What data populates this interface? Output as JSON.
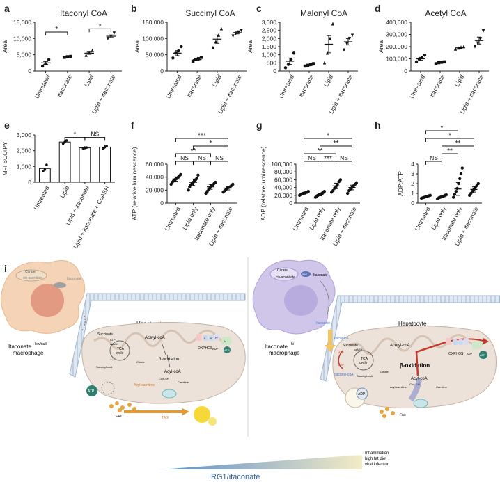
{
  "panels": {
    "a": {
      "letter": "a",
      "title": "Itaconyl CoA",
      "ylabel": "Area",
      "yticks": [
        "0",
        "5,000",
        "10,000",
        "15,000"
      ],
      "categories": [
        "Untreated",
        "Itaconate",
        "Lipid",
        "Lipid + itaconate"
      ],
      "sig": [
        "*",
        "*"
      ]
    },
    "b": {
      "letter": "b",
      "title": "Succinyl CoA",
      "ylabel": "Area",
      "yticks": [
        "0",
        "50,000",
        "100,000",
        "150,000"
      ],
      "categories": [
        "Untreated",
        "Itaconate",
        "Lipid",
        "Lipid + itaconate"
      ]
    },
    "c": {
      "letter": "c",
      "title": "Malonyl CoA",
      "ylabel": "Area",
      "yticks": [
        "0",
        "500",
        "1,000",
        "1,500",
        "2,000",
        "2,500",
        "3,000"
      ],
      "categories": [
        "Untreated",
        "Itaconate",
        "Lipid",
        "Lipid + itaconate"
      ]
    },
    "d": {
      "letter": "d",
      "title": "Acetyl CoA",
      "ylabel": "Area",
      "yticks": [
        "0",
        "100,000",
        "200,000",
        "300,000",
        "400,000"
      ],
      "categories": [
        "Untreated",
        "Itaconate",
        "Lipid",
        "Lipid + itaconate"
      ]
    },
    "e": {
      "letter": "e",
      "ylabel": "MFI BODIPY",
      "yticks": [
        "0",
        "1,000",
        "2,000",
        "3,000"
      ],
      "categories": [
        "Untreated",
        "Lipid",
        "Lipid + itaconate",
        "Lipid + itaconate + CoASH"
      ],
      "sig": [
        "*",
        "NS"
      ]
    },
    "f": {
      "letter": "f",
      "ylabel": "ATP (relative luminescence)",
      "yticks": [
        "0",
        "20,000",
        "40,000",
        "60,000"
      ],
      "categories": [
        "Untreated",
        "Lipid only",
        "Itaconate only",
        "Lipid + itaconate"
      ],
      "sig": [
        "NS",
        "NS",
        "NS",
        "**",
        "*",
        "***"
      ]
    },
    "g": {
      "letter": "g",
      "ylabel": "ADP (relative luminescence)",
      "yticks": [
        "0",
        "20,000",
        "40,000",
        "60,000",
        "80,000",
        "100,000"
      ],
      "categories": [
        "Untreated",
        "Lipid only",
        "Itaconate only",
        "Lipid + itaconate"
      ],
      "sig": [
        "NS",
        "***",
        "NS",
        "**",
        "**",
        "*"
      ]
    },
    "h": {
      "letter": "h",
      "ylabel": "ADP:ATP",
      "yticks": [
        "0",
        "1",
        "2",
        "3",
        "4"
      ],
      "categories": [
        "Untreated",
        "Lipid only",
        "Itaconate only",
        "Lipid + itaconate"
      ],
      "sig": [
        "NS",
        "**",
        "**",
        "*",
        "*"
      ]
    }
  },
  "chart_data": [
    {
      "panel": "a",
      "type": "scatter",
      "title": "Itaconyl CoA",
      "ylabel": "Area",
      "ylim": [
        0,
        15000
      ],
      "categories": [
        "Untreated",
        "Itaconate",
        "Lipid",
        "Lipid + itaconate"
      ],
      "means": [
        2500,
        4400,
        5500,
        10700
      ],
      "points": [
        [
          1500,
          2200,
          3500
        ],
        [
          4200,
          4400,
          4500
        ],
        [
          4800,
          5500,
          6300
        ],
        [
          10000,
          10700,
          11700
        ]
      ]
    },
    {
      "panel": "b",
      "type": "scatter",
      "title": "Succinyl CoA",
      "ylabel": "Area",
      "ylim": [
        0,
        150000
      ],
      "categories": [
        "Untreated",
        "Itaconate",
        "Lipid",
        "Lipid + itaconate"
      ],
      "means": [
        55000,
        35000,
        98000,
        118000
      ],
      "points": [
        [
          40000,
          55000,
          62000,
          75000
        ],
        [
          30000,
          35000,
          38000,
          42000
        ],
        [
          72000,
          90000,
          110000,
          130000
        ],
        [
          108000,
          115000,
          120000,
          125000
        ]
      ]
    },
    {
      "panel": "c",
      "type": "scatter",
      "title": "Malonyl CoA",
      "ylabel": "Area",
      "ylim": [
        0,
        3000
      ],
      "categories": [
        "Untreated",
        "Itaconate",
        "Lipid",
        "Lipid + itaconate"
      ],
      "means": [
        600,
        350,
        1650,
        1800
      ],
      "points": [
        [
          200,
          400,
          700,
          1100
        ],
        [
          300,
          350,
          400,
          450
        ],
        [
          500,
          1100,
          2000,
          2900
        ],
        [
          1300,
          1700,
          2000,
          2200
        ]
      ]
    },
    {
      "panel": "d",
      "type": "scatter",
      "title": "Acetyl CoA",
      "ylabel": "Area",
      "ylim": [
        0,
        400000
      ],
      "categories": [
        "Untreated",
        "Itaconate",
        "Lipid",
        "Lipid + itaconate"
      ],
      "means": [
        100000,
        68000,
        190000,
        250000
      ],
      "points": [
        [
          75000,
          95000,
          110000,
          130000
        ],
        [
          60000,
          68000,
          72000,
          75000
        ],
        [
          180000,
          188000,
          195000,
          200000
        ],
        [
          200000,
          230000,
          265000,
          330000
        ]
      ]
    },
    {
      "panel": "e",
      "type": "bar",
      "ylabel": "MFI BODIPY",
      "ylim": [
        0,
        3000
      ],
      "categories": [
        "Untreated",
        "Lipid",
        "Lipid + itaconate",
        "Lipid + itaconate + CoASH"
      ],
      "values": [
        870,
        2550,
        2180,
        2230
      ],
      "points": [
        [
          700,
          800,
          1100
        ],
        [
          2450,
          2550,
          2650
        ],
        [
          2150,
          2180,
          2200
        ],
        [
          2150,
          2230,
          2300
        ]
      ]
    },
    {
      "panel": "f",
      "type": "scatter",
      "ylabel": "ATP (relative luminescence)",
      "ylim": [
        0,
        60000
      ],
      "categories": [
        "Untreated",
        "Lipid only",
        "Itaconate only",
        "Lipid + itaconate"
      ],
      "means": [
        37000,
        32000,
        25000,
        23000
      ],
      "points": [
        [
          29000,
          32000,
          34000,
          36000,
          37000,
          38000,
          40000,
          42000,
          44000
        ],
        [
          20000,
          25000,
          28000,
          30000,
          32000,
          34000,
          36000,
          38000,
          43000
        ],
        [
          15000,
          18000,
          21000,
          24000,
          26000,
          28000,
          30000,
          32000
        ],
        [
          17000,
          19000,
          21000,
          23000,
          24000,
          25000,
          27000,
          29000
        ]
      ]
    },
    {
      "panel": "g",
      "type": "scatter",
      "ylabel": "ADP (relative luminescence)",
      "ylim": [
        0,
        100000
      ],
      "categories": [
        "Untreated",
        "Lipid only",
        "Itaconate only",
        "Lipid + itaconate"
      ],
      "means": [
        25000,
        22000,
        44000,
        40000
      ],
      "points": [
        [
          20000,
          22000,
          24000,
          25000,
          26000,
          27000,
          28000,
          30000
        ],
        [
          15000,
          17000,
          20000,
          22000,
          23000,
          25000,
          27000,
          30000
        ],
        [
          28000,
          32000,
          38000,
          42000,
          48000,
          55000,
          60000
        ],
        [
          25000,
          32000,
          36000,
          40000,
          44000,
          48000,
          52000
        ]
      ]
    },
    {
      "panel": "h",
      "type": "scatter",
      "ylabel": "ADP:ATP",
      "ylim": [
        0,
        4
      ],
      "categories": [
        "Untreated",
        "Lipid only",
        "Itaconate only",
        "Lipid + itaconate"
      ],
      "means": [
        0.65,
        0.65,
        1.45,
        1.4
      ],
      "points": [
        [
          0.5,
          0.55,
          0.6,
          0.65,
          0.7,
          0.75,
          0.8
        ],
        [
          0.45,
          0.55,
          0.6,
          0.65,
          0.7,
          0.8,
          0.85
        ],
        [
          0.6,
          0.9,
          1.2,
          1.5,
          2.0,
          2.5,
          3.0,
          3.6
        ],
        [
          0.8,
          1.0,
          1.2,
          1.4,
          1.6,
          1.8,
          2.0
        ]
      ]
    }
  ],
  "diagram": {
    "letter": "i",
    "left": {
      "macrophage_label": "Itaconate",
      "macrophage_sup": "low/null",
      "macrophage_label2": "macrophage",
      "cell_labels": [
        "Citrate",
        "cis-aconitate",
        "Itaconate"
      ],
      "hepatocyte": "Hepatocyte",
      "mito": [
        "Succinate",
        "ATP",
        "coASH",
        "TCA",
        "cycle",
        "ADP",
        "Succinyl-coA",
        "Citrate",
        "Acetyl-coA",
        "β-oxidation",
        "Acyl-coA",
        "CoA-SH",
        "Acyl-carnitine",
        "Carnitine",
        "OXPHOS",
        "ATP",
        "ADP",
        "FAs",
        "TAG"
      ],
      "oxphos": [
        "I",
        "II",
        "III",
        "IV",
        "V"
      ]
    },
    "right": {
      "macrophage_label": "Itaconate",
      "macrophage_sup": "hi",
      "macrophage_label2": "macrophage",
      "cell_labels": [
        "Citrate",
        "cis-aconitate",
        "IRG1",
        "Itaconate"
      ],
      "secreted": "Itaconate",
      "hepatocyte": "Hepatocyte",
      "mito": [
        "Itaconate",
        "Succinate",
        "ATP",
        "coASH",
        "TCA",
        "cycle",
        "ADP",
        "Itaconyl-coA",
        "Succinyl-coA",
        "Citrate",
        "Acetyl-coA",
        "β-oxidation",
        "Acyl-coA",
        "CoA-SH",
        "Acyl-carnitine",
        "Carnitine",
        "OXPHOS",
        "ATP",
        "ADP",
        "FAs"
      ]
    },
    "gradient_label": "IRG1/itaconate",
    "conditions": [
      "Inflammation",
      "high fat diet",
      "viral infection"
    ]
  }
}
